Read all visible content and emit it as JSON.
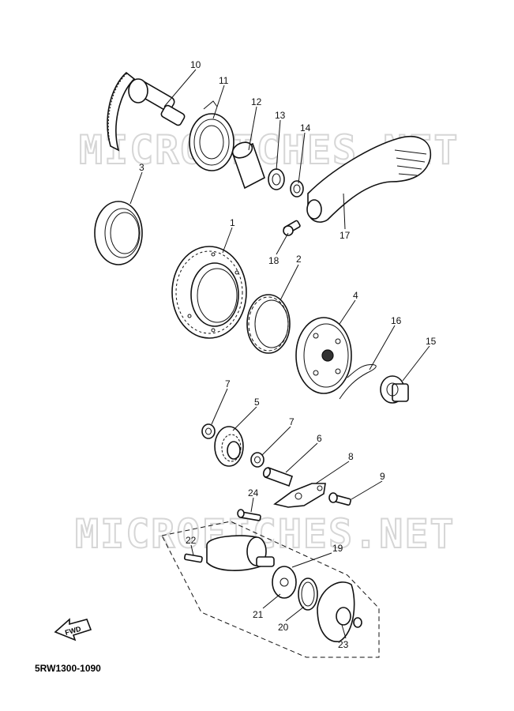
{
  "watermark": "MICROFICHES.NET",
  "diagram_code": "5RW1300-1090",
  "fwd_label": "FWD",
  "callouts": [
    {
      "id": "c10",
      "label": "10"
    },
    {
      "id": "c11",
      "label": "11"
    },
    {
      "id": "c12",
      "label": "12"
    },
    {
      "id": "c13",
      "label": "13"
    },
    {
      "id": "c14",
      "label": "14"
    },
    {
      "id": "c3",
      "label": "3"
    },
    {
      "id": "c17",
      "label": "17"
    },
    {
      "id": "c1",
      "label": "1"
    },
    {
      "id": "c18",
      "label": "18"
    },
    {
      "id": "c2",
      "label": "2"
    },
    {
      "id": "c4",
      "label": "4"
    },
    {
      "id": "c16",
      "label": "16"
    },
    {
      "id": "c15",
      "label": "15"
    },
    {
      "id": "c7a",
      "label": "7"
    },
    {
      "id": "c5",
      "label": "5"
    },
    {
      "id": "c7b",
      "label": "7"
    },
    {
      "id": "c6",
      "label": "6"
    },
    {
      "id": "c8",
      "label": "8"
    },
    {
      "id": "c9",
      "label": "9"
    },
    {
      "id": "c24",
      "label": "24"
    },
    {
      "id": "c22",
      "label": "22"
    },
    {
      "id": "c19",
      "label": "19"
    },
    {
      "id": "c21",
      "label": "21"
    },
    {
      "id": "c20",
      "label": "20"
    },
    {
      "id": "c23",
      "label": "23"
    }
  ]
}
